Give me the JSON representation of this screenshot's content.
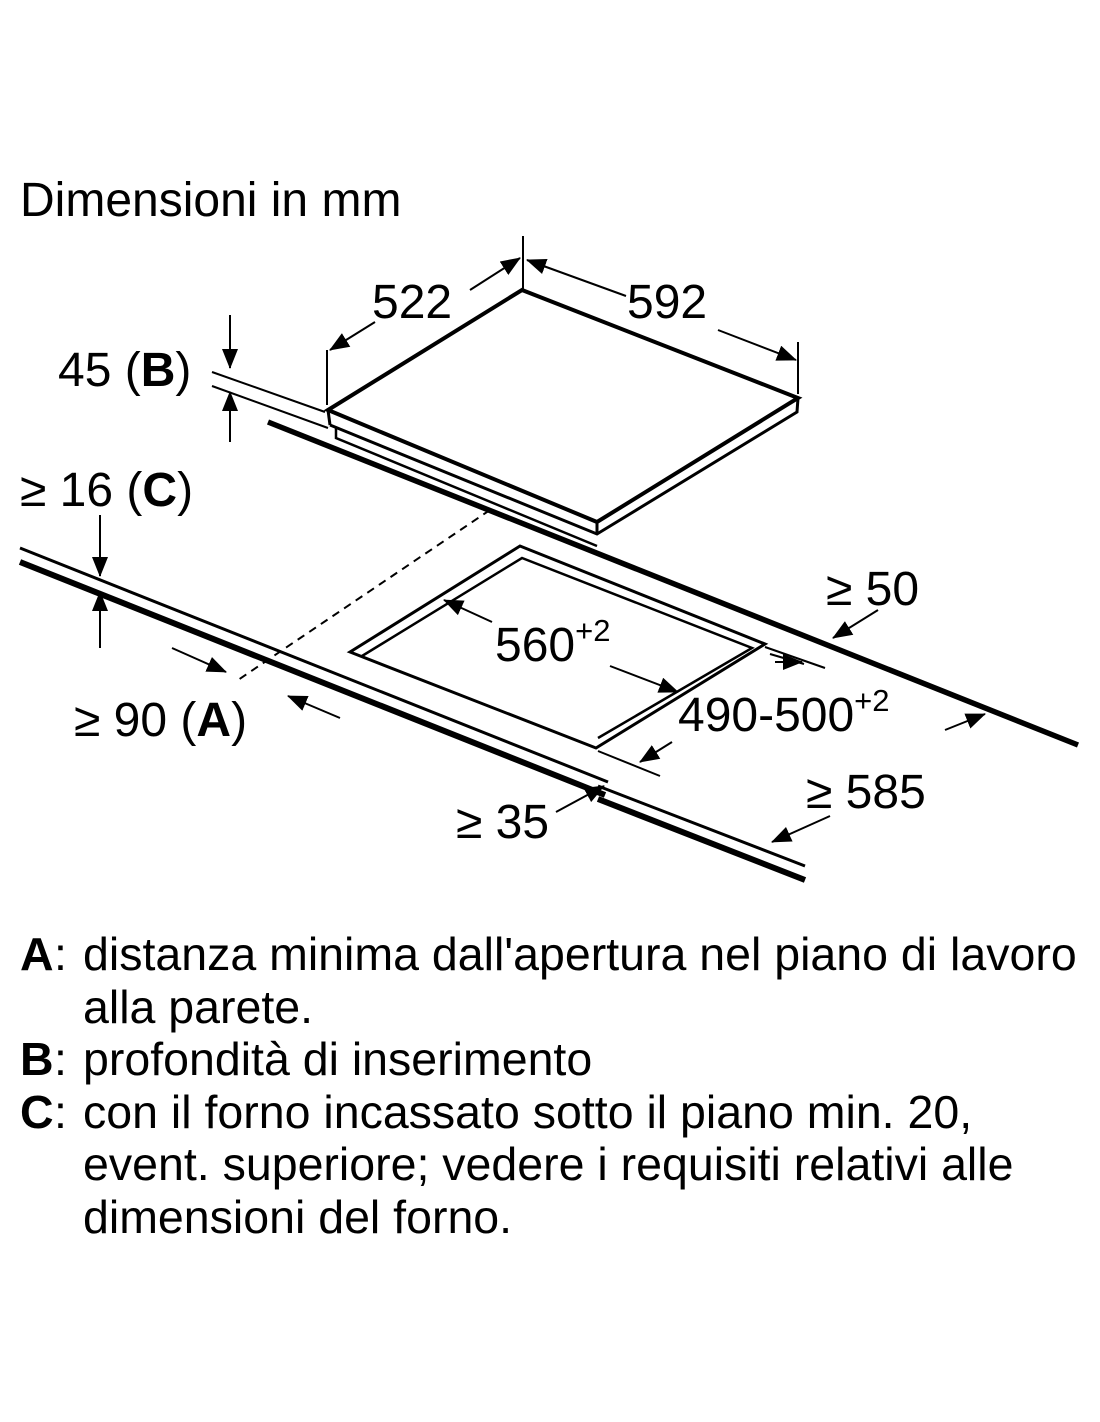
{
  "title": "Dimensioni in mm",
  "dimensions": {
    "hob_depth": "522",
    "hob_width": "592",
    "insert_depth": "45",
    "insert_depth_key": "B",
    "oven_gap_prefix": "≥ 16",
    "oven_gap_key": "C",
    "rear_wall_gap": "≥ 50",
    "cutout_width": "560",
    "cutout_width_tol": "+2",
    "cutout_depth": "490-500",
    "cutout_depth_tol": "+2",
    "wall_distance_prefix": "≥ 90",
    "wall_distance_key": "A",
    "front_edge_gap": "≥ 35",
    "worktop_depth": "≥ 585"
  },
  "legend": [
    {
      "key": "A",
      "sep": ":",
      "text": "distanza minima dall'apertura nel piano di lavoro alla parete."
    },
    {
      "key": "B",
      "sep": ":",
      "text": "profondità di inserimento"
    },
    {
      "key": "C",
      "sep": ":",
      "text": "con il forno incassato sotto il piano min. 20, event. superiore; vedere i requisiti relativi alle dimensioni del forno."
    }
  ]
}
